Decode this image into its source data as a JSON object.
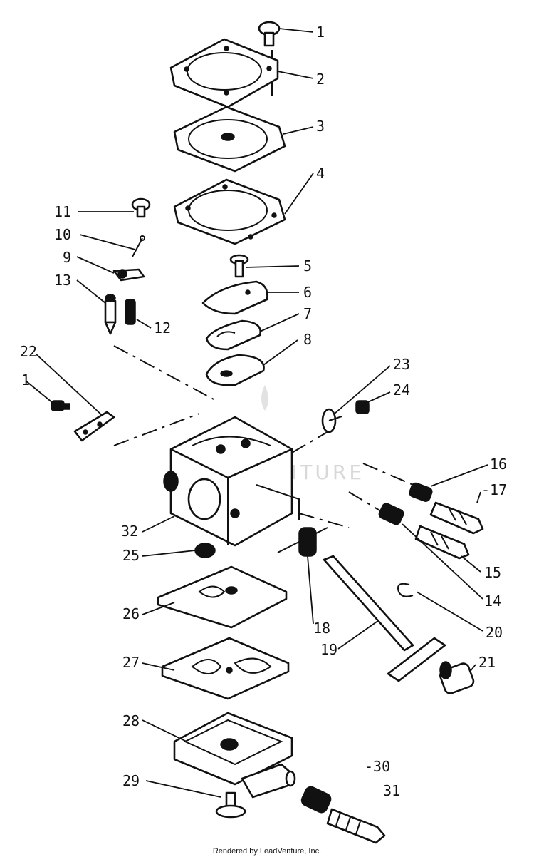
{
  "diagram": {
    "callouts": [
      "1",
      "2",
      "3",
      "4",
      "5",
      "6",
      "7",
      "8",
      "9",
      "10",
      "11",
      "12",
      "13",
      "1",
      "14",
      "15",
      "16",
      "-17",
      "18",
      "19",
      "20",
      "21",
      "22",
      "23",
      "24",
      "25",
      "26",
      "27",
      "28",
      "29",
      "-30",
      "31",
      "32"
    ],
    "watermark": "LEADVENTURE"
  },
  "footer": {
    "text": "Rendered by LeadVenture, Inc."
  }
}
